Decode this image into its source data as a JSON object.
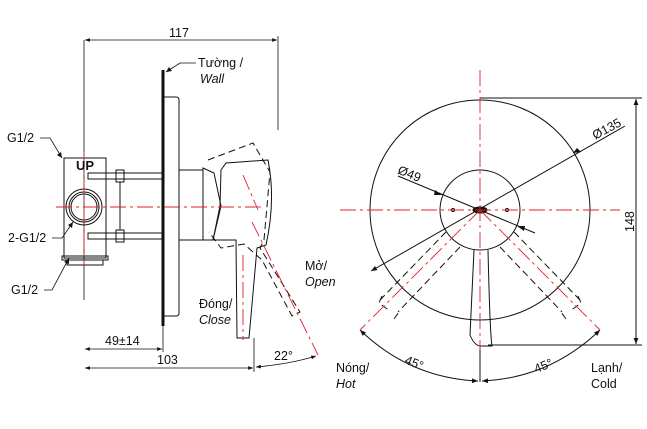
{
  "side_view": {
    "dims": {
      "overall_depth": "117",
      "wall_to_pipe": "49±14",
      "pipe_to_handle": "103",
      "open_angle": "22°"
    },
    "labels": {
      "wall_vi": "Tường /",
      "wall_en": "Wall",
      "top_port": "G1/2",
      "side_ports": "2-G1/2",
      "bottom_port": "G1/2",
      "body_marking": "UP",
      "open_vi": "Mở/",
      "open_en": "Open",
      "close_vi": "Đóng/",
      "close_en": "Close"
    }
  },
  "front_view": {
    "dims": {
      "plate_diameter": "Ø135",
      "hub_diameter": "Ø49",
      "height": "148",
      "hot_angle": "45°",
      "cold_angle": "45°"
    },
    "labels": {
      "hot_vi": "Nóng/",
      "hot_en": "Hot",
      "cold_vi": "Lạnh/",
      "cold_en": "Cold"
    }
  },
  "colors": {
    "line": "#111111",
    "centerline": "#e0202a",
    "background": "#ffffff"
  }
}
